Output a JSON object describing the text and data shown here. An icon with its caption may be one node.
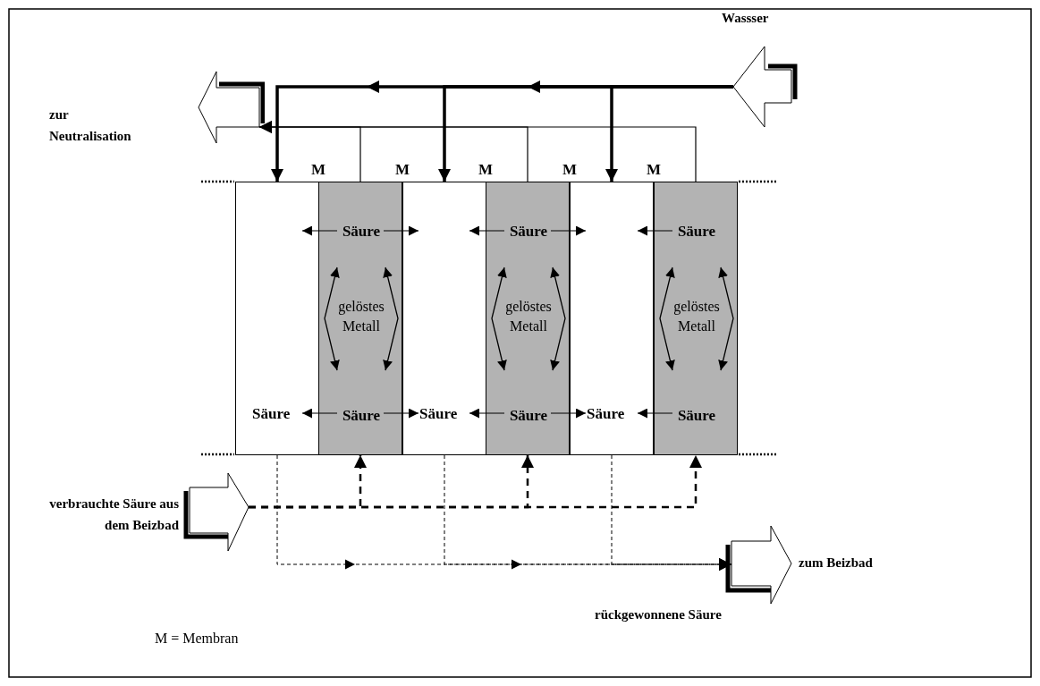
{
  "diagram": {
    "nodes": [
      {
        "text": [
          "Wassser"
        ]
      },
      {
        "text": [
          "zur Neutralisation"
        ]
      },
      {
        "text": [
          "Säure"
        ]
      },
      {
        "text": [
          "Säure",
          "gelöstes Metall",
          "Säure"
        ]
      },
      {
        "text": [
          "Säure"
        ]
      },
      {
        "text": [
          "Säure",
          "gelöstes Metall",
          "Säure"
        ]
      },
      {
        "text": [
          "Säure"
        ]
      },
      {
        "text": [
          "Säure",
          "gelöstes Metall",
          "Säure"
        ]
      },
      {
        "text": [
          "verbrauchte Säure aus dem Beizbad"
        ]
      },
      {
        "text": [
          "zum Beizbad",
          "rückgewonnene Säure"
        ]
      }
    ],
    "edges": [
      {
        "from": 0,
        "to": 2,
        "arrow": "to",
        "style": "thick"
      },
      {
        "from": 0,
        "to": 4,
        "arrow": "to",
        "style": "thick"
      },
      {
        "from": 0,
        "to": 6,
        "arrow": "to",
        "style": "thick"
      },
      {
        "from": 3,
        "to": 1,
        "arrow": "to"
      },
      {
        "from": 5,
        "to": 1,
        "arrow": "to"
      },
      {
        "from": 7,
        "to": 1,
        "arrow": "none"
      },
      {
        "from": 3,
        "to": 2,
        "arrow": "to"
      },
      {
        "from": 3,
        "to": 4,
        "arrow": "to"
      },
      {
        "from": 5,
        "to": 4,
        "arrow": "to"
      },
      {
        "from": 5,
        "to": 6,
        "arrow": "to"
      },
      {
        "from": 7,
        "to": 6,
        "arrow": "to"
      },
      {
        "from": 3,
        "to": 2,
        "arrow": "to"
      },
      {
        "from": 3,
        "to": 4,
        "arrow": "to"
      },
      {
        "from": 5,
        "to": 4,
        "arrow": "to"
      },
      {
        "from": 5,
        "to": 6,
        "arrow": "to"
      },
      {
        "from": 7,
        "to": 6,
        "arrow": "to"
      },
      {
        "from": 8,
        "to": 3,
        "arrow": "to",
        "style": "dashed"
      },
      {
        "from": 8,
        "to": 5,
        "arrow": "to",
        "style": "dashed"
      },
      {
        "from": 8,
        "to": 7,
        "arrow": "to",
        "style": "dashed"
      },
      {
        "from": 2,
        "to": 9,
        "arrow": "to",
        "style": "dashed"
      },
      {
        "from": 4,
        "to": 9,
        "arrow": "to",
        "style": "dashed"
      },
      {
        "from": 6,
        "to": 9,
        "arrow": "to",
        "style": "dashed"
      }
    ],
    "labels": [
      "M",
      "M",
      "M",
      "M",
      "M",
      "M = Membran"
    ]
  }
}
